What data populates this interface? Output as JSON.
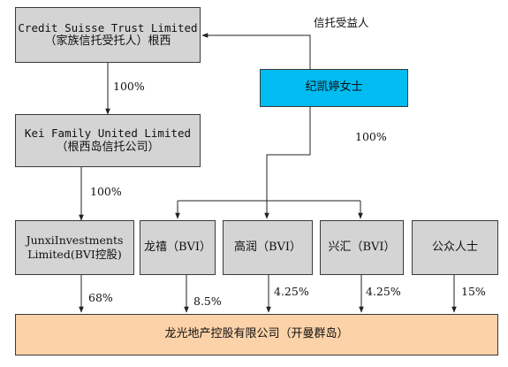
{
  "trust": {
    "line1": "Credit Suisse Trust Limited",
    "line2": "（家族信托受托人）根西"
  },
  "kei": {
    "line1": "Kei Family United Limited",
    "line2": "（根西岛信托公司）"
  },
  "junxi": {
    "line1": "JunxiInvestments",
    "line2": "Limited(BVI控股)"
  },
  "settlor": {
    "label": "纪凯婷女士"
  },
  "beneficiary_label": "信托受益人",
  "holders": [
    {
      "label": "龙禧（BVI）"
    },
    {
      "label": "高润（BVI）"
    },
    {
      "label": "兴汇（BVI）"
    },
    {
      "label": "公众人士"
    }
  ],
  "company": {
    "label": "龙光地产控股有限公司（开曼群岛）"
  },
  "percent_labels": {
    "trust_to_kei": "100%",
    "kei_to_junxi": "100%",
    "settlor_to_bvi": "100%",
    "junxi": "68%",
    "longxi": "8.5%",
    "gaorun": "4.25%",
    "xinghui": "4.25%",
    "public": "15%"
  }
}
